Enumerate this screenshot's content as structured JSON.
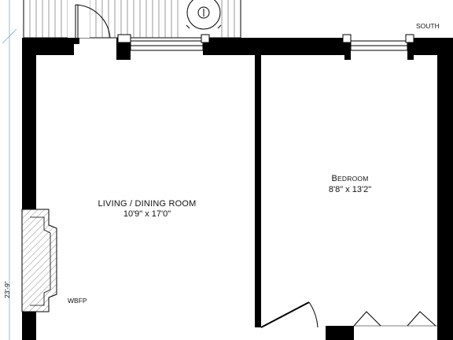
{
  "orientation": {
    "label": "SOUTH"
  },
  "dimension": {
    "overall_depth": "23'-9\""
  },
  "rooms": {
    "living": {
      "name": "LIVING / DINING ROOM",
      "size": "10'9\" x 17'0\""
    },
    "bedroom": {
      "name_first": "B",
      "name_rest": "EDROOM",
      "size": "8'8\" x 13'2\""
    }
  },
  "fixtures": {
    "fireplace": "WBFP"
  },
  "colors": {
    "wall": "#000000",
    "hatch": "#888888",
    "dim_line": "#7fa7c9"
  }
}
